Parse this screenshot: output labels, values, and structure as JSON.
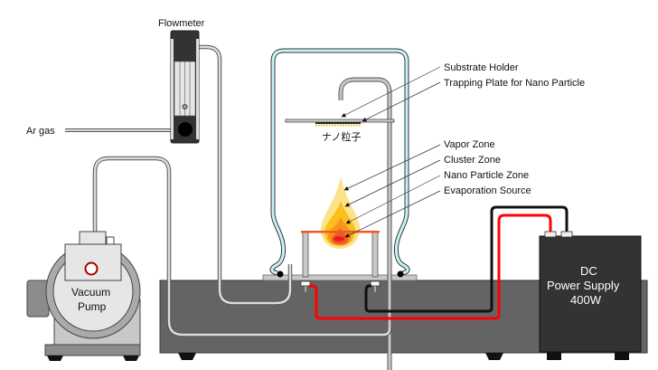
{
  "diagram": {
    "title": "Nano particle generation apparatus (gas evaporation method)",
    "labels": {
      "flowmeter": "Flowmeter",
      "ar_gas": "Ar gas",
      "substrate_holder": "Substrate Holder",
      "trapping_plate": "Trapping Plate for Nano Particle",
      "nano_particle_jp": "ナノ粒子",
      "vapor_zone": "Vapor Zone",
      "cluster_zone": "Cluster Zone",
      "nano_particle_zone": "Nano Particle Zone",
      "evaporation_source": "Evaporation Source",
      "vacuum_pump_line1": "Vacuum",
      "vacuum_pump_line2": "Pump",
      "power_supply_line1": "DC",
      "power_supply_line2": "Power Supply",
      "power_supply_line3": "400W"
    },
    "colors": {
      "base": "#646464",
      "bell_jar": "#c8f4f8",
      "tube": "#cccccc",
      "wire_positive": "#ff0000",
      "wire_negative": "#111111",
      "power_supply": "#333333",
      "flame_outer": "#fde28a",
      "flame_mid": "#fbbf1e",
      "flame_inner": "#f7941d",
      "flame_core": "#ed1c24"
    }
  }
}
